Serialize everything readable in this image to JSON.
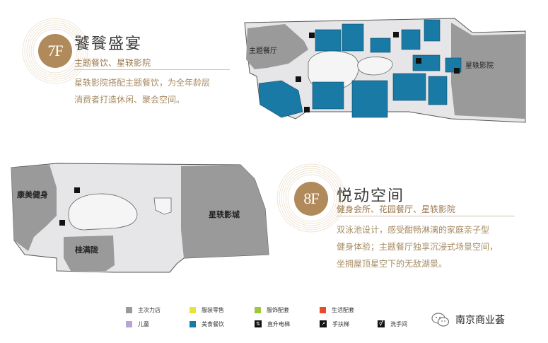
{
  "floors": {
    "f7": {
      "badge": "7F",
      "title": "饕餮盛宴",
      "subtitle": "主题餐饮、星轶影院",
      "description_lines": [
        "星轶影院搭配主题餐饮，为全年龄层",
        "消费者打造休闲、聚会空间。"
      ],
      "map_labels": {
        "theme_restaurant": "主题餐厅",
        "cinema": "星轶影院"
      }
    },
    "f8": {
      "badge": "8F",
      "title": "悦动空间",
      "subtitle": "健身会所、花园餐厅、星轶影院",
      "description_lines": [
        "双泳池设计，感受酣畅淋漓的家庭亲子型",
        "健身体验；主题餐厅独享沉浸式场景空间，",
        "坐拥屋顶星空下的无敌湖景。"
      ],
      "map_labels": {
        "fitness": "康美健身",
        "cinema": "星轶影城",
        "restaurant": "桂满陇"
      }
    }
  },
  "legend": {
    "items": [
      {
        "label": "主次力店",
        "color": "#9a9a9a",
        "icon": "swatch"
      },
      {
        "label": "服装零售",
        "color": "#e8e23a",
        "icon": "swatch"
      },
      {
        "label": "服饰配套",
        "color": "#9cc93a",
        "icon": "swatch"
      },
      {
        "label": "生活配套",
        "color": "#e84a2a",
        "icon": "swatch"
      },
      {
        "label": "儿童",
        "color": "#b8a4d6",
        "icon": "swatch"
      },
      {
        "label": "美食餐饮",
        "color": "#1a7aa6",
        "icon": "swatch"
      },
      {
        "label": "直升电梯",
        "color": "#111111",
        "icon": "elevator-icon"
      },
      {
        "label": "手扶梯",
        "color": "#111111",
        "icon": "escalator-icon"
      },
      {
        "label": "洗手间",
        "color": "#111111",
        "icon": "restroom-icon"
      }
    ]
  },
  "brand": {
    "account_name": "南京商业荟",
    "icon": "wechat-icon"
  },
  "colors": {
    "accent_gold": "#b08a5a",
    "map_gray": "#9a9a9a",
    "map_blue": "#1a7aa6",
    "map_floor": "#e6e6e8"
  }
}
